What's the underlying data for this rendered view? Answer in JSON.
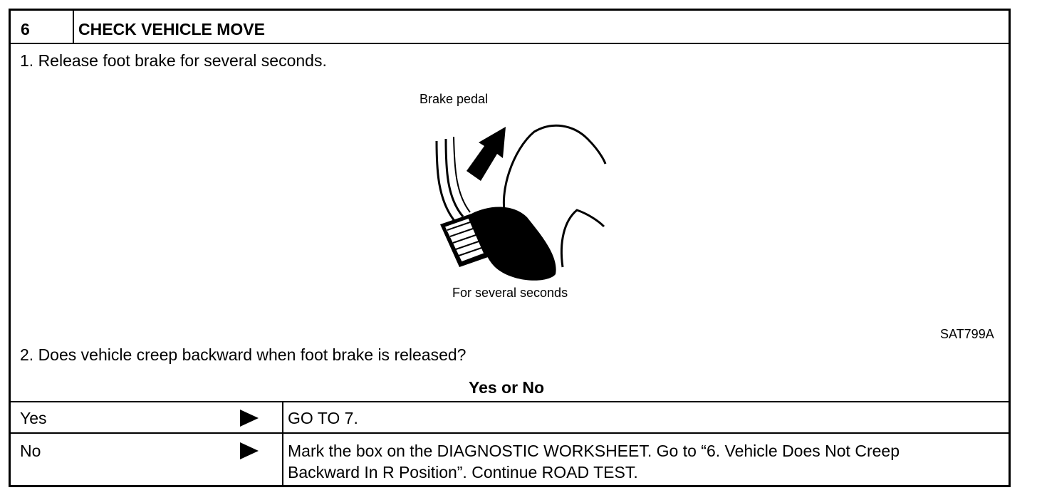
{
  "step": {
    "number": "6",
    "title": "CHECK VEHICLE MOVE"
  },
  "instructions": {
    "item1": "1.  Release foot brake for several seconds.",
    "item2": "2.  Does vehicle creep backward when foot brake is released?"
  },
  "figure": {
    "label_top": "Brake pedal",
    "label_bottom": "For several seconds",
    "figure_id": "SAT799A"
  },
  "question": {
    "header": "Yes or No"
  },
  "answers": [
    {
      "label": "Yes",
      "result_line1": "GO TO 7.",
      "result_line2": ""
    },
    {
      "label": "No",
      "result_line1": "Mark the box on the DIAGNOSTIC WORKSHEET. Go to “6. Vehicle Does Not Creep",
      "result_line2": "Backward In R Position”. Continue ROAD TEST."
    }
  ]
}
